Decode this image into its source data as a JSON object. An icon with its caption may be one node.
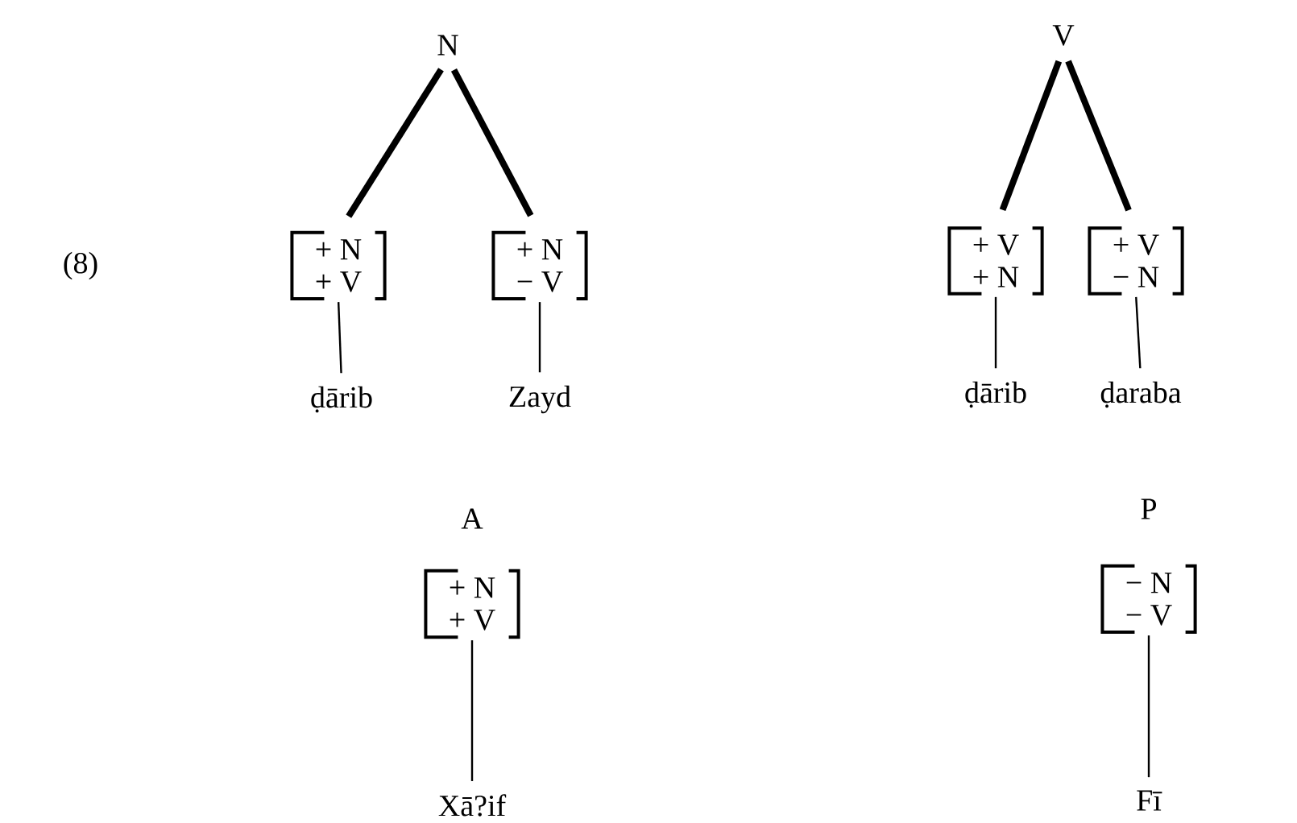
{
  "diagram": {
    "nodes": [
      {
        "text": [
          "N"
        ]
      },
      {
        "text": [
          "+ N",
          "+ V"
        ]
      },
      {
        "text": [
          "+ N",
          "− V"
        ]
      },
      {
        "text": [
          "ḍārib"
        ]
      },
      {
        "text": [
          "Zayd"
        ]
      },
      {
        "text": [
          "V"
        ]
      },
      {
        "text": [
          "+ V",
          "+ N"
        ]
      },
      {
        "text": [
          "+ V",
          "− N"
        ]
      },
      {
        "text": [
          "ḍārib"
        ]
      },
      {
        "text": [
          "ḍaraba"
        ]
      },
      {
        "text": [
          "A"
        ]
      },
      {
        "text": [
          "+ N",
          "+ V"
        ]
      },
      {
        "text": [
          "Xā?if"
        ]
      },
      {
        "text": [
          "P"
        ]
      },
      {
        "text": [
          "− N",
          "− V"
        ]
      },
      {
        "text": [
          "Fī"
        ]
      }
    ],
    "edges": [
      {
        "from": 0,
        "to": 1,
        "arrow": "none",
        "style": "thick"
      },
      {
        "from": 0,
        "to": 2,
        "arrow": "none",
        "style": "thick"
      },
      {
        "from": 1,
        "to": 3,
        "arrow": "none"
      },
      {
        "from": 2,
        "to": 4,
        "arrow": "none"
      },
      {
        "from": 5,
        "to": 6,
        "arrow": "none",
        "style": "thick"
      },
      {
        "from": 5,
        "to": 7,
        "arrow": "none",
        "style": "thick"
      },
      {
        "from": 6,
        "to": 8,
        "arrow": "none"
      },
      {
        "from": 7,
        "to": 9,
        "arrow": "none"
      },
      {
        "from": 11,
        "to": 12,
        "arrow": "none"
      },
      {
        "from": 14,
        "to": 15,
        "arrow": "none"
      }
    ],
    "labels": [
      "(8)"
    ]
  }
}
